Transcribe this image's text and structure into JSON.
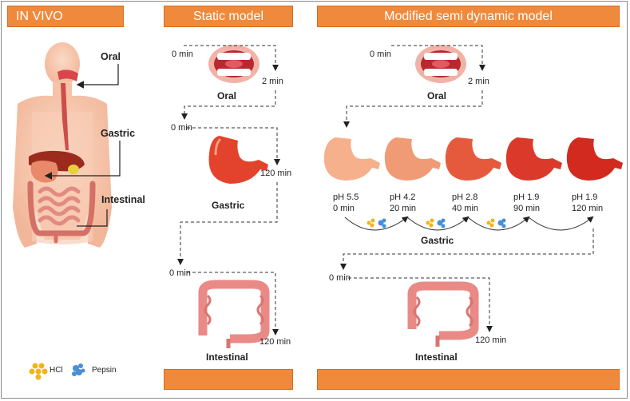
{
  "panels": {
    "in_vivo": "IN VIVO",
    "static": "Static model",
    "semi_dynamic": "Modified semi dynamic model"
  },
  "in_vivo_labels": {
    "oral": "Oral",
    "gastric": "Gastric",
    "intestinal": "Intestinal"
  },
  "legend": {
    "hcl": "HCl",
    "pepsin": "Pepsin"
  },
  "static_model": {
    "oral_start": "0 min",
    "oral_end": "2 min",
    "oral": "Oral",
    "gastric_start": "0 min",
    "gastric_end": "120 min",
    "gastric": "Gastric",
    "intestinal_start": "0 min",
    "intestinal_end": "120 min",
    "intestinal": "Intestinal"
  },
  "semi_dynamic_model": {
    "oral_start": "0 min",
    "oral_end": "2 min",
    "oral": "Oral",
    "gastric": "Gastric",
    "stages": [
      {
        "ph": "pH 5.5",
        "time": "0 min"
      },
      {
        "ph": "pH 4.2",
        "time": "20 min"
      },
      {
        "ph": "pH 2.8",
        "time": "40 min"
      },
      {
        "ph": "pH 1.9",
        "time": "90 min"
      },
      {
        "ph": "pH 1.9",
        "time": "120 min"
      }
    ],
    "intestinal_start": "0 min",
    "intestinal_end": "120 min",
    "intestinal": "Intestinal"
  },
  "colors": {
    "header": "#ef8a3c",
    "stomach_stages": [
      "#f6b08c",
      "#f19a76",
      "#e55a3d",
      "#db3a2a",
      "#d32a20"
    ],
    "intestine": "#e98a86",
    "hcl": "#f3b31b",
    "pepsin": "#4a8fd6"
  }
}
